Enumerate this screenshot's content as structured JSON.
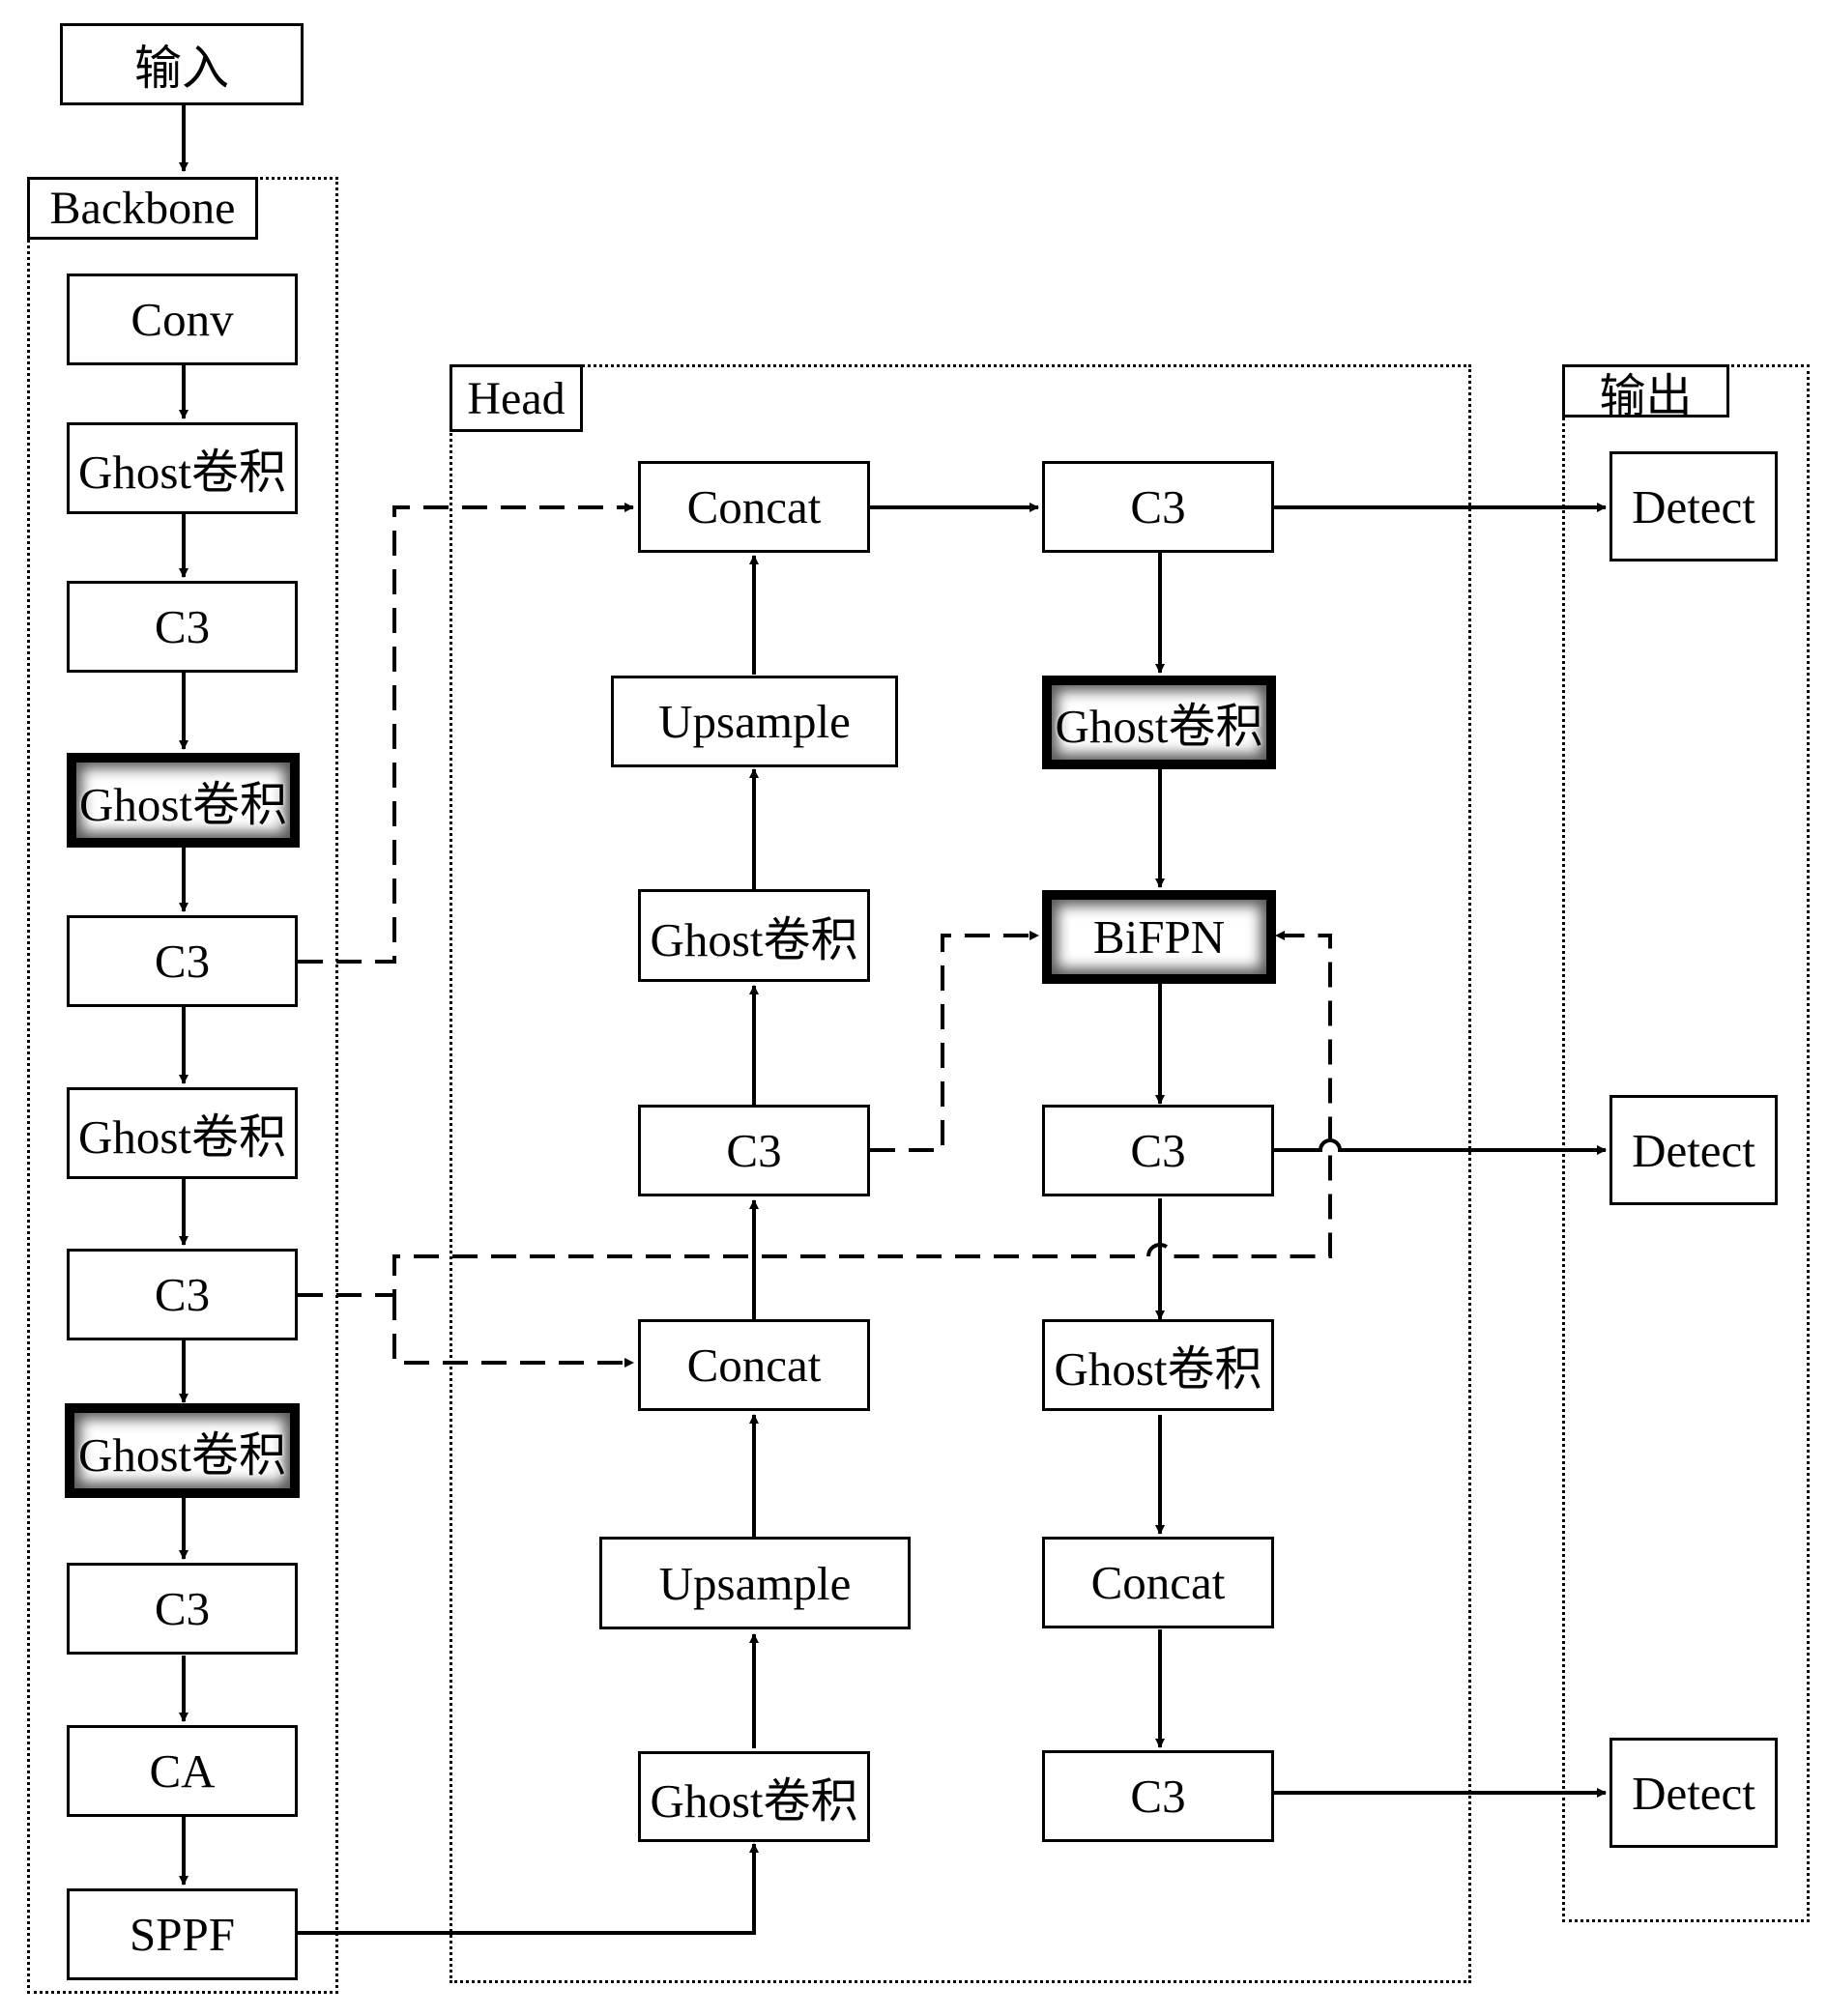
{
  "input": "输入",
  "groups": {
    "backbone": "Backbone",
    "head": "Head",
    "output": "输出"
  },
  "backbone": [
    "Conv",
    "Ghost卷积",
    "C3",
    "Ghost卷积",
    "C3",
    "Ghost卷积",
    "C3",
    "Ghost卷积",
    "C3",
    "CA",
    "SPPF"
  ],
  "head": {
    "left": [
      "Concat",
      "Upsample",
      "Ghost卷积",
      "C3",
      "Concat",
      "Upsample",
      "Ghost卷积"
    ],
    "right": [
      "C3",
      "Ghost卷积",
      "BiFPN",
      "C3",
      "Ghost卷积",
      "Concat",
      "C3"
    ]
  },
  "outputs": [
    "Detect",
    "Detect",
    "Detect"
  ]
}
